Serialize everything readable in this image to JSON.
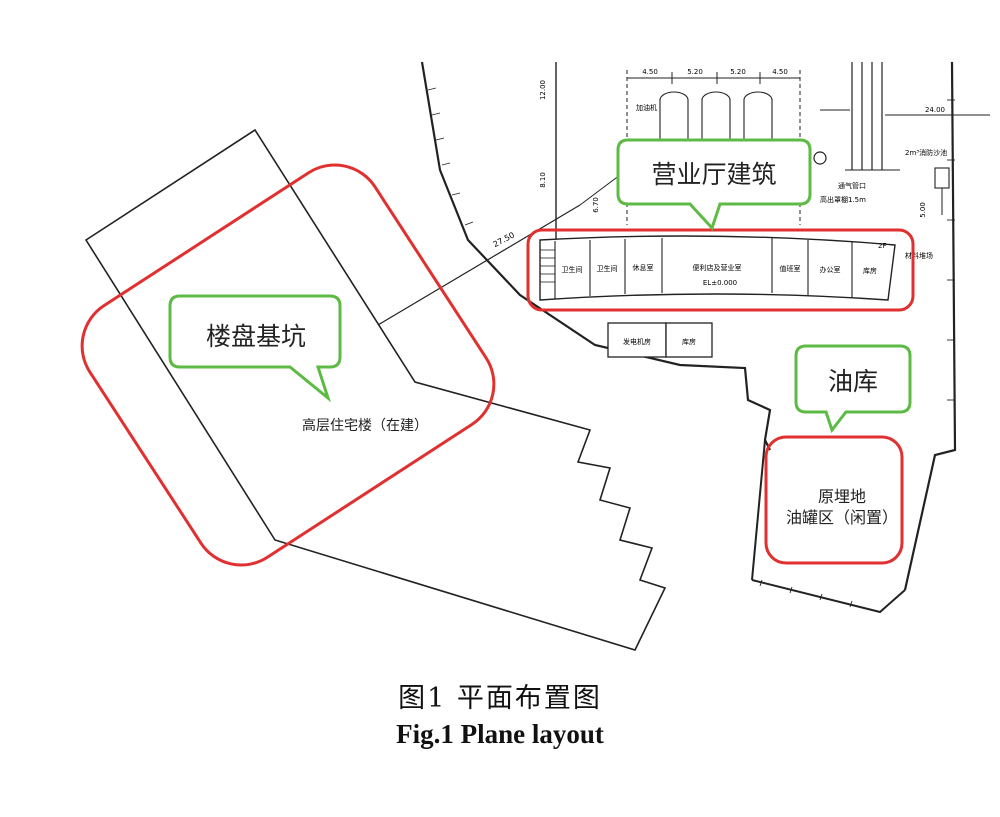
{
  "callouts": {
    "foundation_pit": "楼盘基坑",
    "hall_building": "营业厅建筑",
    "oil_depot": "油库"
  },
  "labels": {
    "residential": "高层住宅楼（在建）",
    "tank_area_line1": "原埋地",
    "tank_area_line2": "油罐区（闲置）",
    "generator_room": "发电机房",
    "warehouse": "库房",
    "elevation": "EL±0.000",
    "fire_sand_pool": "2m³消防沙池",
    "vent_pipe": "通气管口",
    "vent_height": "高出罩棚1.5m",
    "refuel_machine": "加油机",
    "room_toilet1": "卫生间",
    "room_toilet2": "卫生间",
    "room_shower": "休息室",
    "room_conv": "便利店及营业室",
    "room_duty": "值班室",
    "room_office": "办公室",
    "room_store": "库房",
    "fl_2f": "2F",
    "material_yard": "材料堆场"
  },
  "dimensions": {
    "d1": "4.50",
    "d2": "5.20",
    "d3": "5.20",
    "d4": "4.50",
    "d5": "24.00",
    "d6": "12.00",
    "d7": "8.10",
    "d8": "6.70",
    "d9": "27.50",
    "d10": "5.00"
  },
  "caption": {
    "cn": "图1  平面布置图",
    "en": "Fig.1  Plane layout"
  },
  "colors": {
    "highlight": "#e03030",
    "callout": "#5dbb45",
    "line": "#222222"
  }
}
